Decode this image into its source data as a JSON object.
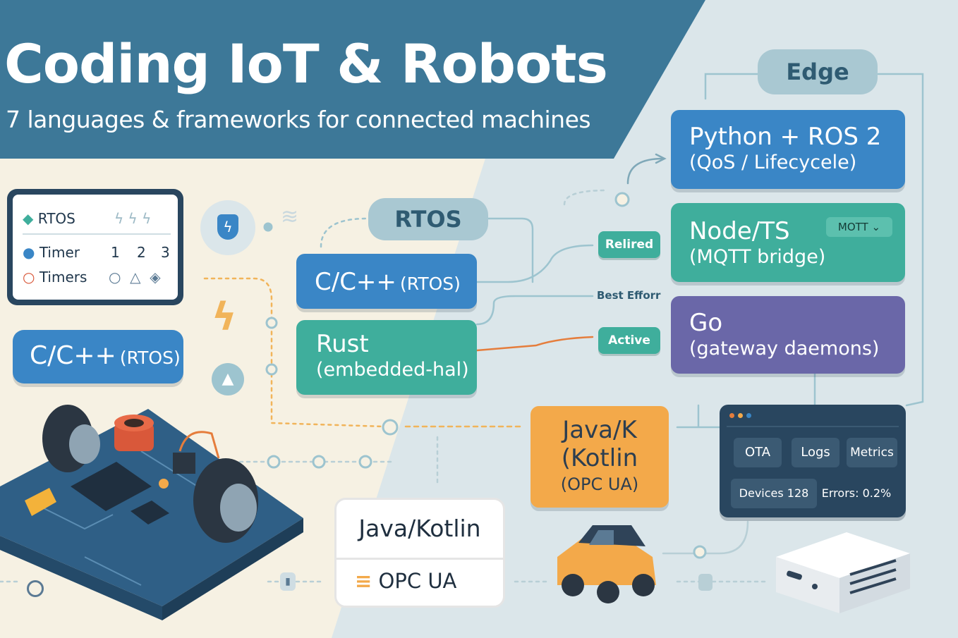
{
  "header": {
    "title": "Coding IoT & Robots",
    "subtitle": "7 languages & frameworks for connected machines"
  },
  "rtos_panel": {
    "heading": "RTOS",
    "row1_label": "Timer",
    "row1_values": [
      "1",
      "2",
      "3"
    ],
    "row2_label": "Timers"
  },
  "left_badge": {
    "label": "C/C++",
    "sub": "(RTOS)"
  },
  "middle": {
    "group_label": "RTOS",
    "cpp_card": {
      "label": "C/C++",
      "sub": "(RTOS)"
    },
    "rust_card": {
      "label": "Rust",
      "sub": "(embedded-hal)"
    }
  },
  "status_tags": [
    "Relired",
    "Best Efforr",
    "Active"
  ],
  "edge": {
    "group_label": "Edge",
    "python_card": {
      "label": "Python + ROS 2",
      "sub": "(QoS / Lifecycele)"
    },
    "node_card": {
      "label": "Node/TS",
      "sub": "(MQTT bridge)",
      "dropdown": "MOTT"
    },
    "go_card": {
      "label": "Go",
      "sub": "(gateway daemons)"
    }
  },
  "java_card": {
    "l1": "Java/K",
    "l2": "(Kotlin",
    "l3": "(OPC UA)"
  },
  "java_box": {
    "label": "Java/Kotlin",
    "sub": "OPC UA"
  },
  "dashboard": {
    "buttons": [
      "OTA",
      "Logs",
      "Metrics"
    ],
    "devices": "Devices 128",
    "errors": "Errors: 0.2%"
  },
  "colors": {
    "header_band": "#3d7898",
    "blue_card": "#3a86c6",
    "teal_card": "#3fae9c",
    "purple_card": "#6a67a8",
    "orange_card": "#f3a94a",
    "dark_panel": "#29465f"
  },
  "icons": [
    "shield-bolt-icon",
    "wifi-icon",
    "lightning-icon",
    "navigation-arrow-icon",
    "clock-icon",
    "lock-icon",
    "robot-board-illustration",
    "car-illustration",
    "server-box-illustration"
  ]
}
